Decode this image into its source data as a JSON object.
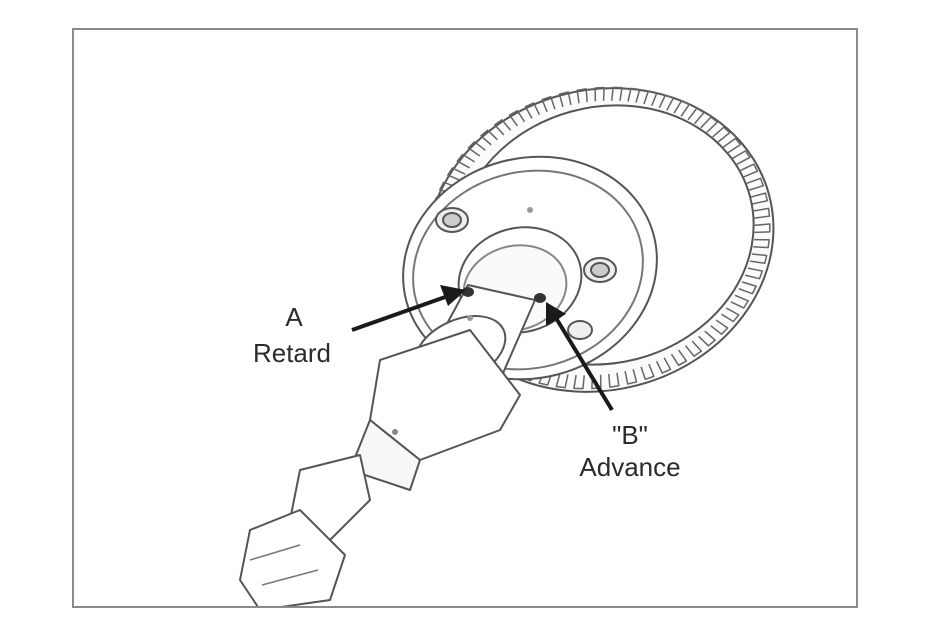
{
  "labels": {
    "a_letter": "A",
    "a_word": "Retard",
    "b_letter": "\"B\"",
    "b_word": "Advance"
  },
  "colors": {
    "line": "#4a4a4a",
    "arrow": "#1a1a1a",
    "frame": "#8a8a8a"
  }
}
